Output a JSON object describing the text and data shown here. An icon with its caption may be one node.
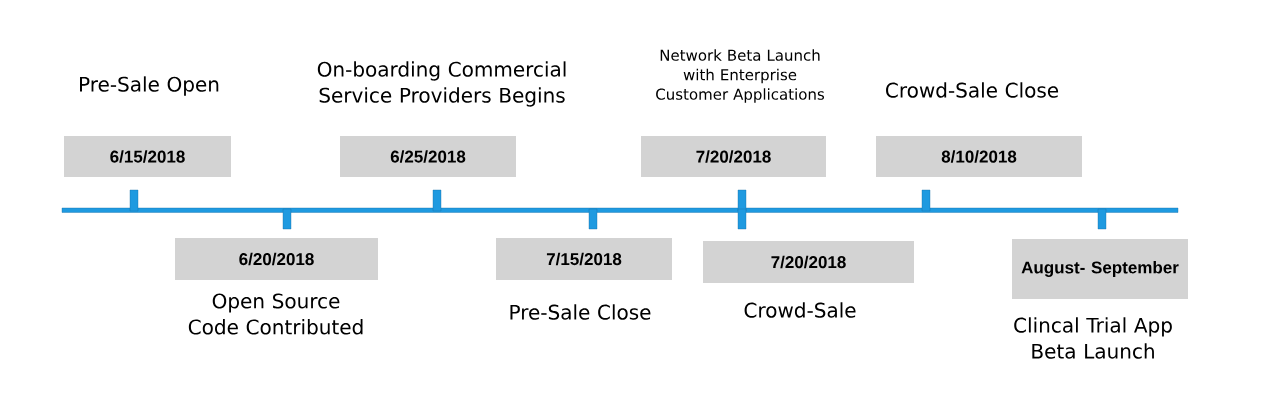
{
  "diagram": {
    "nodes": [
      {
        "text": [
          "6/15/2018"
        ],
        "beside": [
          "Pre-Sale Open"
        ]
      },
      {
        "text": [
          "6/20/2018"
        ],
        "beside": [
          "Open Source Code Contributed"
        ]
      },
      {
        "text": [
          "6/25/2018"
        ],
        "beside": [
          "On-boarding Commercial Service Providers Begins"
        ]
      },
      {
        "text": [
          "7/15/2018"
        ],
        "beside": [
          "Pre-Sale Close"
        ]
      },
      {
        "text": [
          "7/20/2018"
        ],
        "beside": [
          "Network Beta Launch with Enterprise Customer Applications"
        ]
      },
      {
        "text": [
          "7/20/2018"
        ],
        "beside": [
          "Crowd-Sale"
        ]
      },
      {
        "text": [
          "8/10/2018"
        ],
        "beside": [
          "Crowd-Sale Close"
        ]
      },
      {
        "text": [
          "August- September"
        ],
        "beside": [
          "Clincal Trial App Beta Launch"
        ]
      }
    ]
  }
}
